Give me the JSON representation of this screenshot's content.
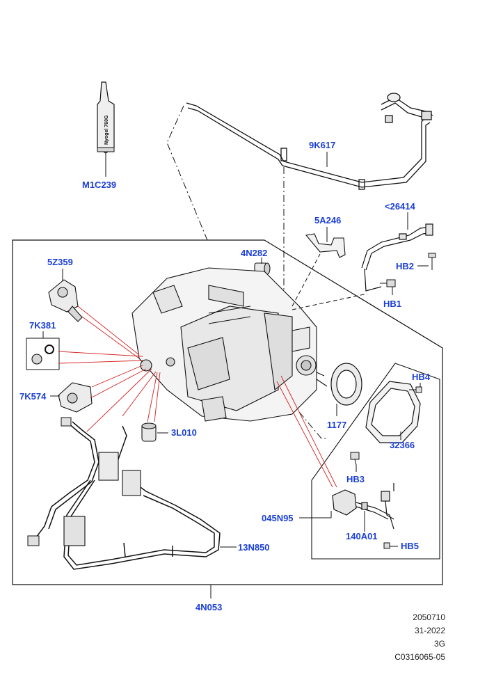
{
  "labels": {
    "m1c239": "M1C239",
    "tube_text": "Nyogel 760G",
    "k617": "9K617",
    "a246": "5A246",
    "n4282": "4N282",
    "s26414": "<26414",
    "hb2": "HB2",
    "hb1": "HB1",
    "z5359": "5Z359",
    "k7381": "7K381",
    "k7574": "7K574",
    "l3010": "3L010",
    "hb4": "HB4",
    "p1177": "1177",
    "p32366": "32366",
    "hb3": "HB3",
    "n045": "045N95",
    "a140": "140A01",
    "hb5": "HB5",
    "n13850": "13N850",
    "n4053": "4N053"
  },
  "footer": {
    "line1": "2050710",
    "line2": "31-2022",
    "line3": "3G",
    "line4": "C0316065-05"
  },
  "colors": {
    "callout": "#1a3fd6",
    "leader_red": "#d42020",
    "line": "#111111"
  }
}
